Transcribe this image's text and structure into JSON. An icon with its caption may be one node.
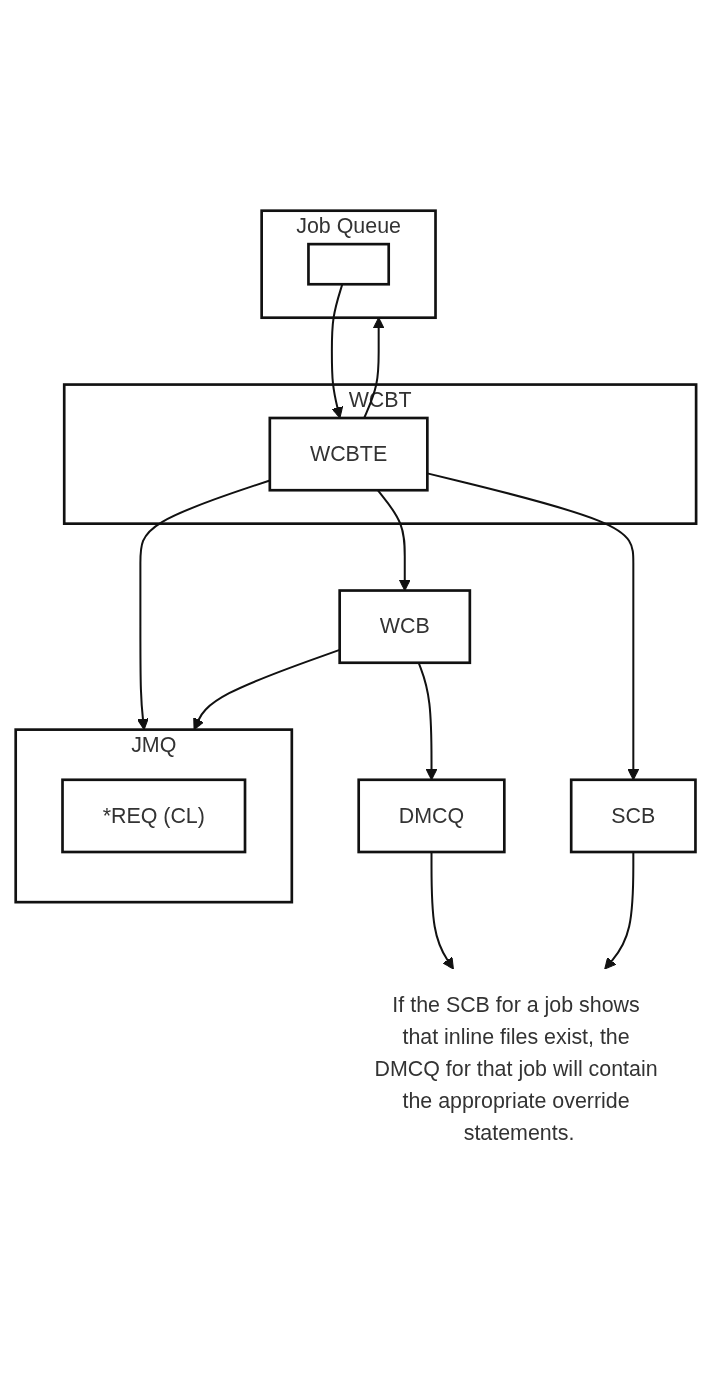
{
  "diagram": {
    "nodes": [
      {
        "text": [
          "Job Queue"
        ]
      },
      {
        "text": [],
        "shape": "box",
        "in": 0
      },
      {
        "text": [
          "WCBT"
        ]
      },
      {
        "text": [
          "WCBTE"
        ],
        "in": 2
      },
      {
        "text": [
          "WCB"
        ]
      },
      {
        "text": [
          "SCB"
        ]
      },
      {
        "text": [
          "JMQ"
        ]
      },
      {
        "text": [
          "*REQ (CL)"
        ],
        "in": 6
      },
      {
        "text": [
          "DMCQ"
        ]
      },
      {
        "text": [
          "If the SCB for a job shows that inline files exist, the DMCQ for that job will contain the appropriate override statements."
        ]
      }
    ],
    "edges": [
      {
        "from": 3,
        "to": 0,
        "arrow": "to"
      },
      {
        "from": 1,
        "to": 3,
        "arrow": "to"
      },
      {
        "from": 3,
        "to": 5,
        "arrow": "to"
      },
      {
        "from": 3,
        "to": 4,
        "arrow": "to"
      },
      {
        "from": 3,
        "to": 6,
        "arrow": "to"
      },
      {
        "from": 4,
        "to": 6,
        "arrow": "to"
      },
      {
        "from": 4,
        "to": 8,
        "arrow": "to"
      },
      {
        "from": 8,
        "to": 9,
        "arrow": "to"
      },
      {
        "from": 5,
        "to": 9,
        "arrow": "to"
      }
    ]
  }
}
